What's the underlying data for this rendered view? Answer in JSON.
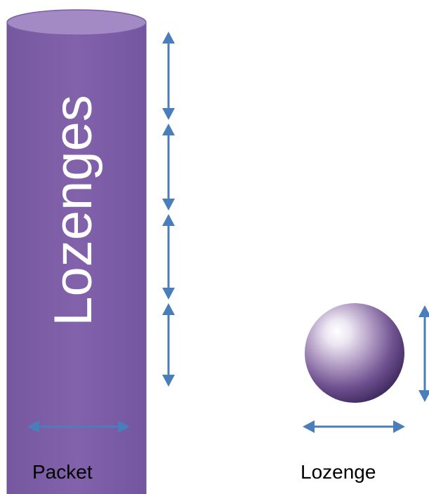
{
  "packet": {
    "label": "Lozenges",
    "caption": "Packet"
  },
  "lozenge": {
    "caption": "Lozenge"
  },
  "colors": {
    "packet_fill": "#8060a8",
    "packet_top": "#a48ac4",
    "arrow": "#4a7ebb",
    "caption_text": "#000000",
    "label_text": "#ffffff"
  }
}
